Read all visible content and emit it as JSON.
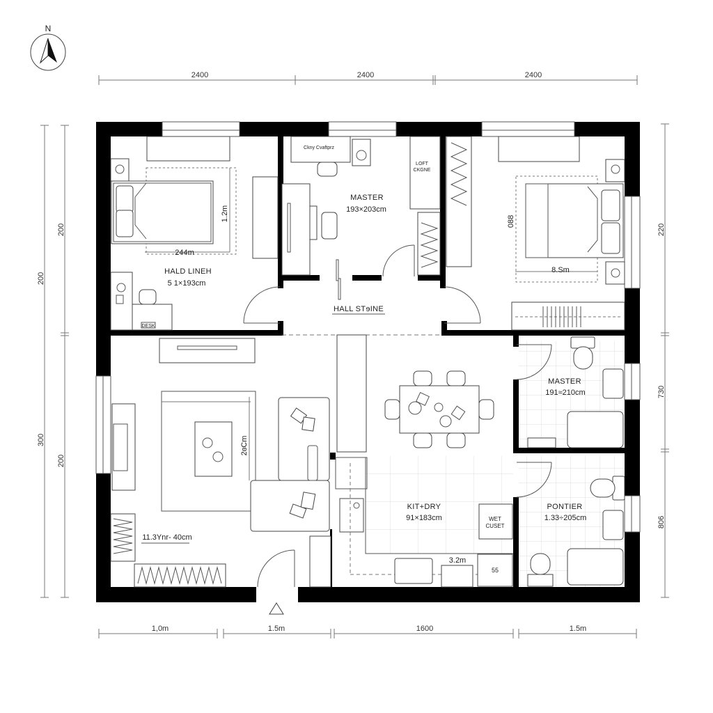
{
  "compass": {
    "label": "N",
    "icon": "north-arrow-icon"
  },
  "dimensions": {
    "top": [
      "2400",
      "2400",
      "2400"
    ],
    "bottom": [
      "1,0m",
      "1.5m",
      "1600",
      "1.5m"
    ],
    "left_outer": [
      "200",
      "300"
    ],
    "left_inner": [
      "200",
      "200"
    ],
    "right": [
      "220",
      "730",
      "806"
    ]
  },
  "rooms": {
    "bedroom_left": {
      "name": "HALD LINEH",
      "size": "5 1×193cm",
      "bed_width": "244m",
      "bed_length": "1.2m",
      "desk_tag": "DESK"
    },
    "study": {
      "name": "MASTER",
      "size": "193×203cm",
      "desk_label": "Ckny Cvaftprz",
      "closet_label_1": "LOFT",
      "closet_label_2": "CKGNE"
    },
    "bedroom_right": {
      "name": "",
      "bed_width": "8.Sm",
      "bed_length": "088"
    },
    "hall": {
      "name": "HALL STɘINE"
    },
    "living": {
      "rug_dim": "2ɞCm",
      "shelf_dim": "11.3Ynr- 40cm"
    },
    "kitchen": {
      "name": "KIT+DRY",
      "size": "91×183cm",
      "closet_1": "WET",
      "closet_2": "CUSET",
      "counter_dim": "3.2m",
      "appliance_tag": "55"
    },
    "bath_master": {
      "name": "MASTER",
      "size": "191≈210cm"
    },
    "bath_second": {
      "name": "PONTIER",
      "size": "1.33÷205cm"
    }
  },
  "entrance": {
    "icon": "entrance-triangle-icon"
  }
}
